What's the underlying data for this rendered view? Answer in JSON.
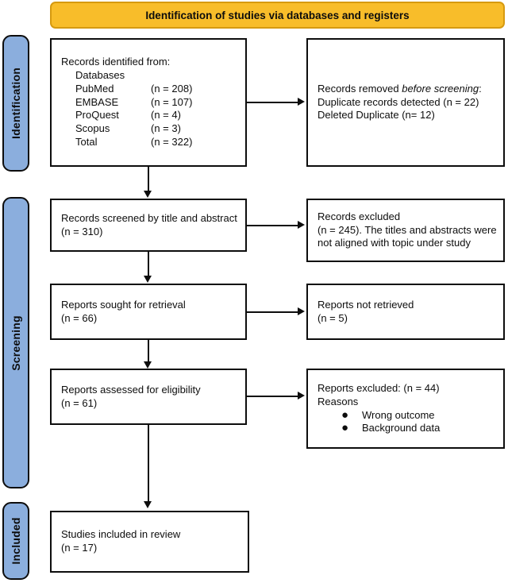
{
  "banner": {
    "title": "Identification of studies via databases and registers",
    "bg_color": "#F8BD2A",
    "border_color": "#D69A10"
  },
  "stages": [
    {
      "label": "Identification",
      "color": "#8BAEDD"
    },
    {
      "label": "Screening",
      "color": "#8BAEDD"
    },
    {
      "label": "Included",
      "color": "#8BAEDD"
    }
  ],
  "boxes": {
    "identified": {
      "heading": "Records identified from:",
      "subheading": "Databases",
      "sources": [
        {
          "name": "PubMed",
          "count": "(n = 208)"
        },
        {
          "name": "EMBASE",
          "count": "(n = 107)"
        },
        {
          "name": "ProQuest",
          "count": "(n = 4)"
        },
        {
          "name": "Scopus",
          "count": "(n = 3)"
        },
        {
          "name": "Total",
          "count": "(n = 322)"
        }
      ]
    },
    "removed": {
      "line1_pre": "Records removed ",
      "line1_italic": "before screening",
      "line1_post": ":",
      "line2": "Duplicate records detected (n = 22)",
      "line3": "Deleted Duplicate (n= 12)"
    },
    "screened": {
      "line1": "Records screened by title and abstract",
      "line2": "(n = 310)"
    },
    "excluded_screen": {
      "line1": "Records excluded",
      "line2": "(n = 245). The titles and abstracts were not aligned with topic under study"
    },
    "sought": {
      "line1": "Reports sought for retrieval",
      "line2": "(n = 66)"
    },
    "not_retrieved": {
      "line1": "Reports not retrieved",
      "line2": "(n = 5)"
    },
    "assessed": {
      "line1": "Reports assessed for eligibility",
      "line2": "(n = 61)"
    },
    "excluded_eligibility": {
      "line1": "Reports excluded: (n = 44)",
      "line2": "Reasons",
      "bullet_glyph": "●",
      "reasons": [
        "Wrong outcome",
        "Background data"
      ]
    },
    "included": {
      "line1": "Studies included in review",
      "line2": "(n = 17)"
    }
  }
}
